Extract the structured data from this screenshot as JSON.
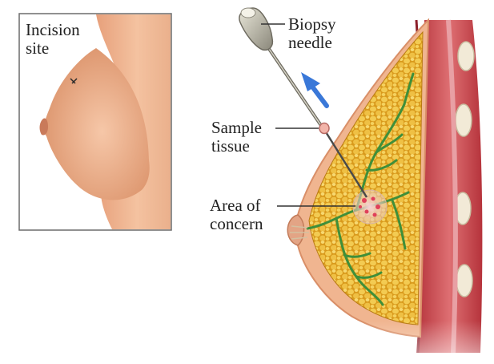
{
  "inset": {
    "label_line1": "Incision",
    "label_line2": "site"
  },
  "labels": {
    "biopsy_needle_line1": "Biopsy",
    "biopsy_needle_line2": "needle",
    "sample_tissue_line1": "Sample",
    "sample_tissue_line2": "tissue",
    "area_of_concern_line1": "Area of",
    "area_of_concern_line2": "concern"
  },
  "colors": {
    "skin": "#f0b590",
    "skin_shadow": "#d98f68",
    "fat": "#e9b832",
    "muscle": "#c9464c",
    "ducts": "#3f8f3a",
    "arrow": "#3a78d8",
    "lesion": "#e0405a"
  }
}
